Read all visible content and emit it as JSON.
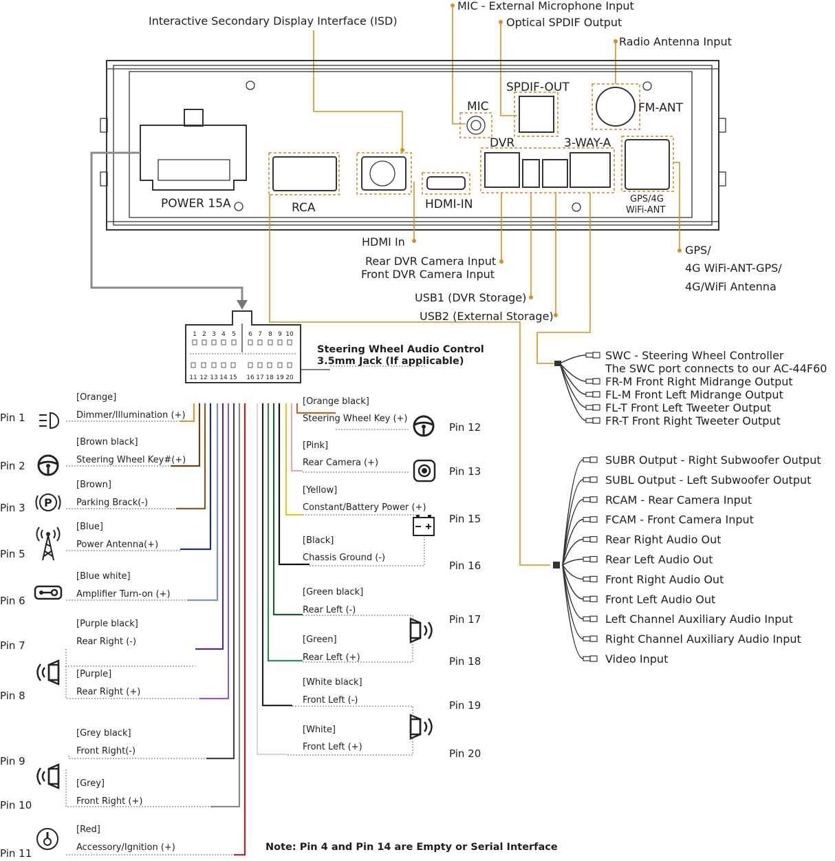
{
  "top_labels": {
    "isd": "Interactive Secondary Display Interface (ISD)",
    "mic": "MIC - External Microphone Input",
    "spdif": "Optical SPDIF Output",
    "radio": "Radio Antenna Input"
  },
  "unit_labels": {
    "spdif_out": "SPDIF-OUT",
    "mic": "MIC",
    "fm_ant": "FM-ANT",
    "dvr": "DVR",
    "three_way": "3-WAY-A",
    "power": "POWER 15A",
    "rca": "RCA",
    "hdmi_in": "HDMI-IN",
    "gps_4g": "GPS/4G",
    "wifi_ant": "WiFi-ANT"
  },
  "side_labels": {
    "hdmi_in": "HDMI In",
    "rear_dvr": "Rear DVR Camera Input",
    "front_dvr": "Front DVR Camera Input",
    "usb1": "USB1 (DVR Storage)",
    "usb2": "USB2 (External Storage)",
    "gps_1": "GPS/",
    "gps_2": "4G WiFi-ANT-GPS/",
    "gps_3": "4G/WiFi Antenna"
  },
  "connector": {
    "top_pins": [
      "1",
      "2",
      "3",
      "4",
      "5",
      "6",
      "7",
      "8",
      "9",
      "10"
    ],
    "bottom_pins": [
      "11",
      "12",
      "13",
      "14",
      "15",
      "16",
      "17",
      "18",
      "19",
      "20"
    ],
    "swc_label_1": "Steering Wheel Audio Control",
    "swc_label_2": "3.5mm Jack (If applicable)"
  },
  "left_pins": [
    {
      "pin": "Pin 1",
      "color_name": "[Orange]",
      "func": "Dimmer/Illumination (+)",
      "wire": "#e8962b",
      "icon": "headlight-icon"
    },
    {
      "pin": "Pin 2",
      "color_name": "[Brown black]",
      "func": "Steering Wheel Key#(+)",
      "wire": "#6b3e12",
      "icon": "steering-wheel-icon"
    },
    {
      "pin": "Pin 3",
      "color_name": "[Brown]",
      "func": "Parking Brack(-)",
      "wire": "#8a5a1c",
      "icon": "parking-icon"
    },
    {
      "pin": "Pin 5",
      "color_name": "[Blue]",
      "func": "Power Antenna(+)",
      "wire": "#1b2f7a",
      "icon": "antenna-icon"
    },
    {
      "pin": "Pin 6",
      "color_name": "[Blue white]",
      "func": "Amplifier Turn-on (+)",
      "wire": "#7c8fcf",
      "icon": "amplifier-icon"
    },
    {
      "pin": "Pin 7",
      "color_name": "[Purple black]",
      "func": "Rear Right (-)",
      "wire": "#5a2a7a",
      "icon": "speaker-icon"
    },
    {
      "pin": "Pin 8",
      "color_name": "[Purple]",
      "func": "Rear Right (+)",
      "wire": "#8d5bbf",
      "icon": "speaker-icon"
    },
    {
      "pin": "Pin 9",
      "color_name": "[Grey black]",
      "func": "Front Right(-)",
      "wire": "#444444",
      "icon": "speaker-icon"
    },
    {
      "pin": "Pin 10",
      "color_name": "[Grey]",
      "func": "Front Right (+)",
      "wire": "#8a8a8a",
      "icon": "speaker-icon"
    },
    {
      "pin": "Pin 11",
      "color_name": "[Red]",
      "func": "Accessory/Ignition (+)",
      "wire": "#c41e1e",
      "icon": "ignition-icon"
    }
  ],
  "right_pins": [
    {
      "pin": "Pin 12",
      "color_name": "[Orange black]",
      "func": "Steering Wheel Key (+)",
      "wire": "#b5651d"
    },
    {
      "pin": "Pin 13",
      "color_name": "[Pink]",
      "func": "Rear Camera (+)",
      "wire": "#e6a3c4"
    },
    {
      "pin": "Pin 15",
      "color_name": "[Yellow]",
      "func": "Constant/Battery Power (+)",
      "wire": "#d8c81e"
    },
    {
      "pin": "Pin 16",
      "color_name": "[Black]",
      "func": "Chassis Ground (-)",
      "wire": "#111111"
    },
    {
      "pin": "Pin 17",
      "color_name": "[Green black]",
      "func": "Rear Left (-)",
      "wire": "#1d5a2c"
    },
    {
      "pin": "Pin 18",
      "color_name": "[Green]",
      "func": "Rear Left (+)",
      "wire": "#2f8b4a"
    },
    {
      "pin": "Pin 19",
      "color_name": "[White black]",
      "func": "Front Left (-)",
      "wire": "#222222"
    },
    {
      "pin": "Pin 20",
      "color_name": "[White]",
      "func": "Front Left (+)",
      "wire": "#d8d8d8"
    }
  ],
  "swc_outputs": [
    "SWC - Steering Wheel Controller",
    "The SWC port connects to our AC-44F60",
    "FR-M Front Right Midrange Output",
    "FL-M Front Left Midrange Output",
    "FL-T Front Left Tweeter Output",
    "FR-T Front Right Tweeter Output"
  ],
  "rca_outputs": [
    "SUBR Output - Right Subwoofer Output",
    "SUBL Output - Left Subwoofer Output",
    "RCAM - Rear Camera Input",
    "FCAM - Front Camera Input",
    "Rear Right Audio Out",
    "Rear Left Audio Out",
    "Front Right Audio Out",
    "Front Left Audio Out",
    "Left Channel Auxiliary Audio Input",
    "Right Channel Auxiliary Audio Input",
    "Video Input"
  ],
  "note": "Note: Pin 4 and Pin 14 are Empty or Serial Interface",
  "colors": {
    "accent": "#d4911f",
    "outline": "#333333"
  }
}
